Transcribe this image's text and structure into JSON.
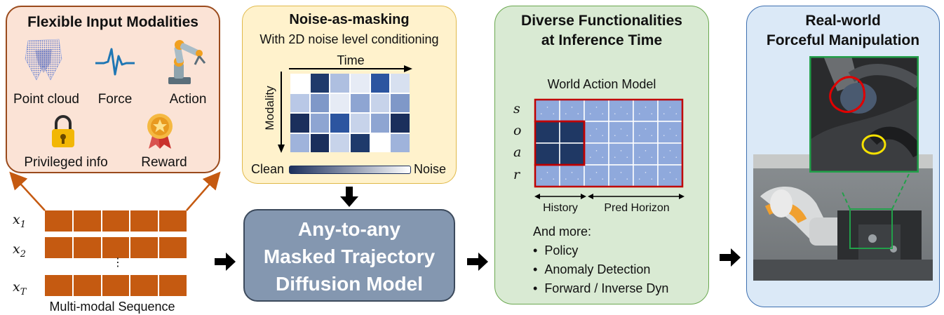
{
  "panel1": {
    "title": "Flexible Input Modalities",
    "items": [
      "Point cloud",
      "Force",
      "Action",
      "Privileged info",
      "Reward"
    ]
  },
  "sequence": {
    "rows": [
      "x",
      "x",
      "x"
    ],
    "subs": [
      "1",
      "2",
      "T"
    ],
    "ellipsis": "⋮",
    "caption": "Multi-modal Sequence"
  },
  "panel2": {
    "title": "Noise-as-masking",
    "subtitle": "With 2D noise level conditioning",
    "time_label": "Time",
    "modality_label": "Modality",
    "clean_label": "Clean",
    "noise_label": "Noise",
    "grid_colors": [
      [
        "#ffffff",
        "#1f3a6b",
        "#aebfe0",
        "#e6ebf5",
        "#2c55a0",
        "#d7e0f0"
      ],
      [
        "#b9c8e6",
        "#7f98c8",
        "#e6ebf5",
        "#8ea5d2",
        "#c7d3ea",
        "#7f98c8"
      ],
      [
        "#1b2f5c",
        "#8ea5d2",
        "#2c55a0",
        "#c7d3ea",
        "#8ea5d2",
        "#1b2f5c"
      ],
      [
        "#9fb3db",
        "#1b2f5c",
        "#c7d3ea",
        "#1f3a6b",
        "#ffffff",
        "#9fb3db"
      ]
    ]
  },
  "model_box": {
    "line1": "Any-to-any",
    "line2": "Masked Trajectory",
    "line3": "Diffusion Model"
  },
  "panel3": {
    "title_line1": "Diverse Functionalities",
    "title_line2": "at Inference Time",
    "wam_label": "World Action Model",
    "row_letters": [
      "s",
      "o",
      "a",
      "r"
    ],
    "history_label": "History",
    "pred_label": "Pred Horizon",
    "more_label": "And more:",
    "bullets": [
      "Policy",
      "Anomaly Detection",
      "Forward / Inverse Dyn"
    ]
  },
  "panel4": {
    "title_line1": "Real-world",
    "title_line2": "Forceful Manipulation"
  },
  "colors": {
    "panel1_fill": "#fbe3d6",
    "panel1_border": "#9a4a1c",
    "panel2_fill": "#fff2cc",
    "panel3_fill": "#d9ead3",
    "panel4_fill": "#dbe9f7",
    "model_fill": "#8497b0",
    "seq_orange": "#c55a11",
    "wam_blue": "#8fa9dc",
    "wam_dark": "#1f3864",
    "wam_red": "#c00000",
    "frame_green": "#22a04a"
  }
}
